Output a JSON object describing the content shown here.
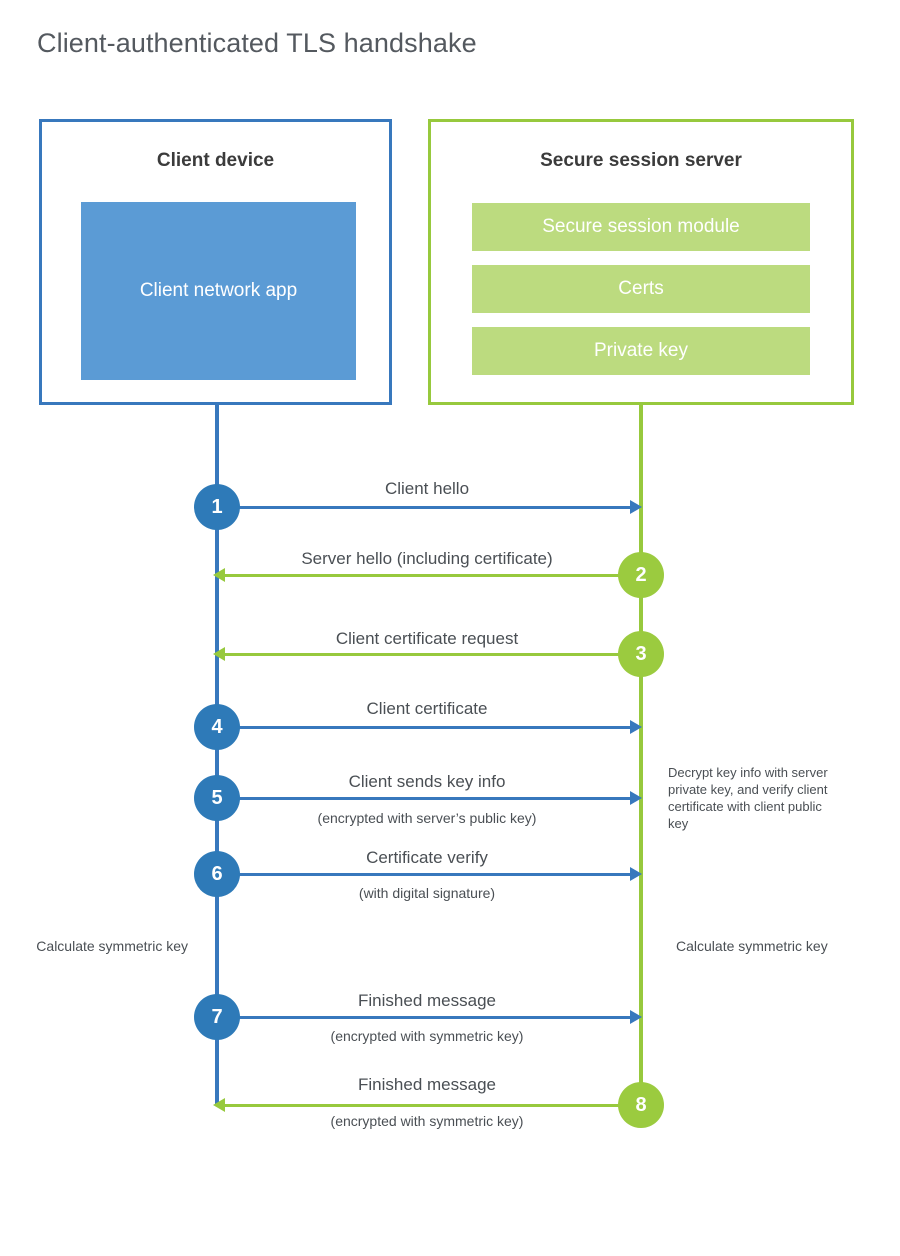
{
  "title": "Client-authenticated TLS handshake",
  "actors": {
    "client": {
      "title": "Client device",
      "block": "Client network app",
      "accent": "#3878bd",
      "fill": "#5b9bd5"
    },
    "server": {
      "title": "Secure session server",
      "accent": "#97c93d",
      "fill": "#bcdb7f",
      "blocks": [
        {
          "label": "Secure session module"
        },
        {
          "label": "Certs"
        },
        {
          "label": "Private key"
        }
      ]
    }
  },
  "steps": [
    {
      "number": "1",
      "label": "Client hello",
      "sublabel": "",
      "direction": "client-to-server",
      "color": "#3878bd"
    },
    {
      "number": "2",
      "label": "Server hello (including certificate)",
      "sublabel": "",
      "direction": "server-to-client",
      "color": "#97c93d"
    },
    {
      "number": "3",
      "label": "Client certificate request",
      "sublabel": "",
      "direction": "server-to-client",
      "color": "#97c93d"
    },
    {
      "number": "4",
      "label": "Client certificate",
      "sublabel": "",
      "direction": "client-to-server",
      "color": "#3878bd"
    },
    {
      "number": "5",
      "label": "Client sends key info",
      "sublabel": "(encrypted with server’s public key)",
      "direction": "client-to-server",
      "color": "#3878bd"
    },
    {
      "number": "6",
      "label": "Certificate verify",
      "sublabel": "(with digital signature)",
      "direction": "client-to-server",
      "color": "#3878bd"
    },
    {
      "number": "7",
      "label": "Finished message",
      "sublabel": "(encrypted with symmetric key)",
      "direction": "client-to-server",
      "color": "#3878bd"
    },
    {
      "number": "8",
      "label": "Finished message",
      "sublabel": "(encrypted with symmetric key)",
      "direction": "server-to-client",
      "color": "#97c93d"
    }
  ],
  "notes": {
    "decrypt": "Decrypt key info with server private key, and verify client certificate with client public key",
    "calculate_client": "Calculate symmetric key",
    "calculate_server": "Calculate symmetric key"
  }
}
